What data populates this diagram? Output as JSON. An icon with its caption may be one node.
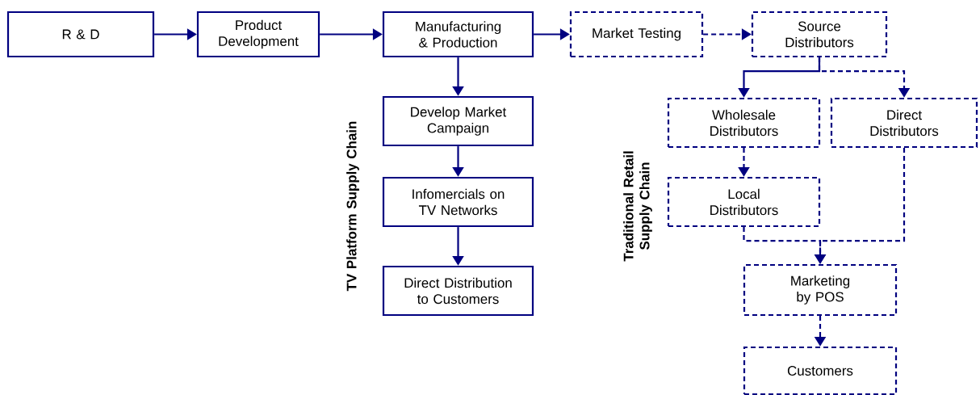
{
  "diagram": {
    "nodes": [
      {
        "text": [
          "R & D"
        ]
      },
      {
        "text": [
          "Product Development"
        ]
      },
      {
        "text": [
          "Manufacturing & Production"
        ]
      },
      {
        "text": [
          "Market Testing"
        ]
      },
      {
        "text": [
          "Source Distributors"
        ]
      },
      {
        "text": [
          "Develop Market Campaign"
        ]
      },
      {
        "text": [
          "Infomercials on TV Networks"
        ]
      },
      {
        "text": [
          "Direct Distribution to Customers"
        ]
      },
      {
        "text": [
          "Wholesale Distributors"
        ]
      },
      {
        "text": [
          "Direct Distributors"
        ]
      },
      {
        "text": [
          "Local Distributors"
        ]
      },
      {
        "text": [
          "Marketing by POS"
        ]
      },
      {
        "text": [
          "Customers"
        ]
      }
    ],
    "edges": [
      {
        "from": 0,
        "to": 1,
        "arrow": "to"
      },
      {
        "from": 1,
        "to": 2,
        "arrow": "to"
      },
      {
        "from": 2,
        "to": 3,
        "arrow": "to"
      },
      {
        "from": 3,
        "to": 4,
        "arrow": "to",
        "style": "dashed"
      },
      {
        "from": 2,
        "to": 5,
        "arrow": "to"
      },
      {
        "from": 5,
        "to": 6,
        "arrow": "to"
      },
      {
        "from": 6,
        "to": 7,
        "arrow": "to"
      },
      {
        "from": 4,
        "to": 8,
        "arrow": "to"
      },
      {
        "from": 4,
        "to": 9,
        "arrow": "to",
        "style": "dashed"
      },
      {
        "from": 8,
        "to": 10,
        "arrow": "to",
        "style": "dashed"
      },
      {
        "from": 10,
        "to": 11,
        "arrow": "to",
        "style": "dashed"
      },
      {
        "from": 9,
        "to": 11,
        "arrow": "to",
        "style": "dashed"
      },
      {
        "from": 11,
        "to": 12,
        "arrow": "to",
        "style": "dashed"
      }
    ],
    "labels": [
      "TV Platform Supply Chain",
      "Traditional Retail Supply Chain"
    ]
  }
}
